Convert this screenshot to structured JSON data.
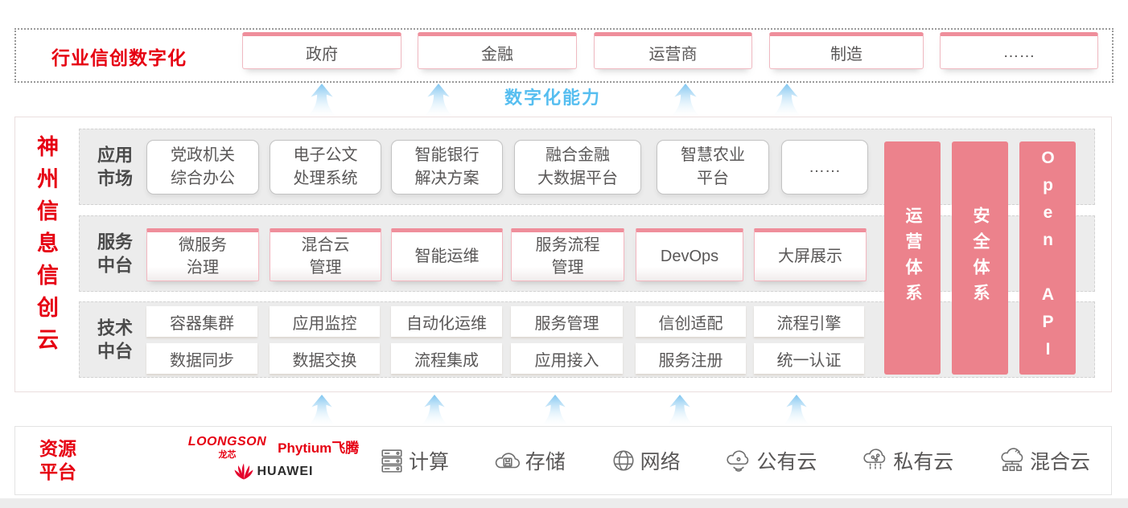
{
  "top_banner": {
    "label": "行业信创数字化",
    "industries": [
      "政府",
      "金融",
      "运营商",
      "制造",
      "……"
    ]
  },
  "capability_label": "数字化能力",
  "cloud": {
    "title": "神州信息信创云",
    "rows": [
      {
        "label": "应用\n市场",
        "items": [
          "党政机关\n综合办公",
          "电子公文\n处理系统",
          "智能银行\n解决方案",
          "融合金融\n大数据平台",
          "智慧农业\n平台",
          "……"
        ]
      },
      {
        "label": "服务\n中台",
        "items": [
          "微服务\n治理",
          "混合云\n管理",
          "智能运维",
          "服务流程\n管理",
          "DevOps",
          "大屏展示"
        ]
      },
      {
        "label": "技术\n中台",
        "items_row1": [
          "容器集群",
          "应用监控",
          "自动化运维",
          "服务管理",
          "信创适配",
          "流程引擎"
        ],
        "items_row2": [
          "数据同步",
          "数据交换",
          "流程集成",
          "应用接入",
          "服务注册",
          "统一认证"
        ]
      }
    ],
    "pillars": [
      "运营体系",
      "安全体系",
      "Open API"
    ]
  },
  "resource": {
    "label": "资源\n平台",
    "vendors": {
      "loongson": "LOONGSON",
      "loongson_sub": "龙芯",
      "phytium": "Phytium飞腾",
      "huawei": "HUAWEI"
    },
    "items": [
      {
        "icon": "server-icon",
        "label": "计算"
      },
      {
        "icon": "storage-cloud-icon",
        "label": "存储"
      },
      {
        "icon": "network-globe-icon",
        "label": "网络"
      },
      {
        "icon": "public-cloud-icon",
        "label": "公有云"
      },
      {
        "icon": "private-cloud-icon",
        "label": "私有云"
      },
      {
        "icon": "hybrid-cloud-icon",
        "label": "混合云"
      }
    ]
  },
  "colors": {
    "accent_red": "#e60012",
    "pillar_coral": "#ec828c",
    "capability_blue": "#56bef0",
    "box_border_pink": "#ef8e9b",
    "text_gray": "#595757"
  }
}
